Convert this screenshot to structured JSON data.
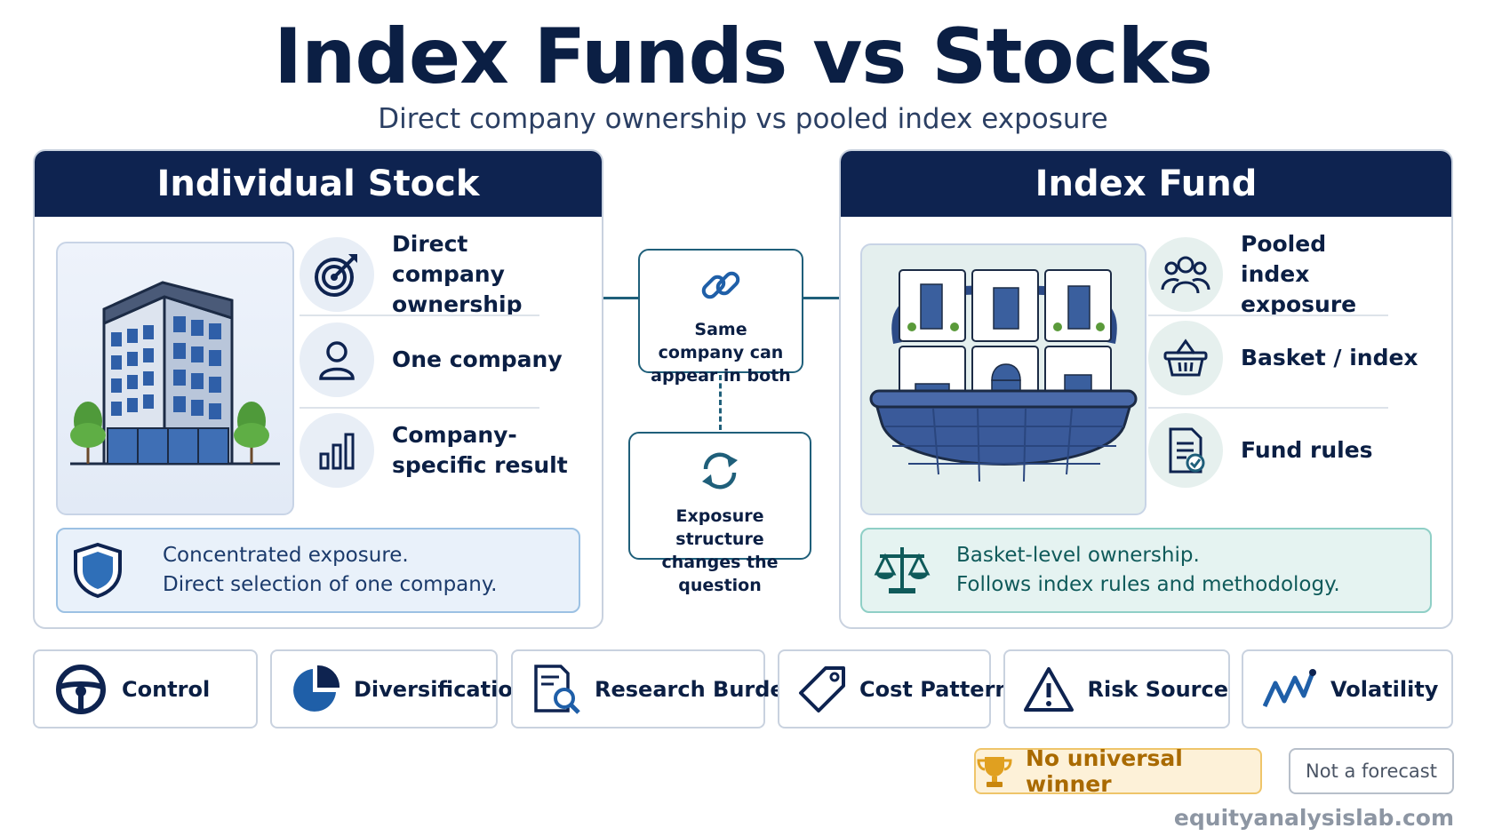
{
  "header": {
    "title": "Index Funds vs Stocks",
    "subtitle": "Direct company ownership vs pooled index exposure"
  },
  "left_panel": {
    "title": "Individual Stock",
    "illustration_icon": "office-building-icon",
    "features": [
      {
        "icon": "target-icon",
        "label": "Direct company ownership"
      },
      {
        "icon": "person-icon",
        "label": "One company"
      },
      {
        "icon": "bar-chart-icon",
        "label": "Company-specific result"
      }
    ],
    "summary_icon": "shield-icon",
    "summary_line1": "Concentrated exposure.",
    "summary_line2": "Direct selection of one company."
  },
  "right_panel": {
    "title": "Index Fund",
    "illustration_icon": "basket-of-companies-icon",
    "features": [
      {
        "icon": "group-icon",
        "label": "Pooled index exposure"
      },
      {
        "icon": "basket-icon",
        "label": "Basket / index"
      },
      {
        "icon": "document-check-icon",
        "label": "Fund rules"
      }
    ],
    "summary_icon": "scales-icon",
    "summary_line1": "Basket-level ownership.",
    "summary_line2": "Follows index rules and methodology."
  },
  "middle": {
    "top_icon": "link-icon",
    "top_text": "Same company can appear in both",
    "bottom_icon": "refresh-icon",
    "bottom_text": "Exposure structure changes the question"
  },
  "metrics": [
    {
      "icon": "steering-wheel-icon",
      "label": "Control"
    },
    {
      "icon": "pie-chart-icon",
      "label": "Diversification"
    },
    {
      "icon": "document-search-icon",
      "label": "Research Burden"
    },
    {
      "icon": "price-tag-icon",
      "label": "Cost Pattern"
    },
    {
      "icon": "warning-icon",
      "label": "Risk Source"
    },
    {
      "icon": "zigzag-line-icon",
      "label": "Volatility"
    }
  ],
  "badges": {
    "winner_icon": "trophy-icon",
    "winner": "No universal winner",
    "forecast": "Not a forecast"
  },
  "footer": "equityanalysislab.com",
  "colors": {
    "navy": "#0e2350",
    "teal": "#1f5f7a",
    "blue_accent": "#1f5fa8",
    "gold": "#e0a020"
  }
}
